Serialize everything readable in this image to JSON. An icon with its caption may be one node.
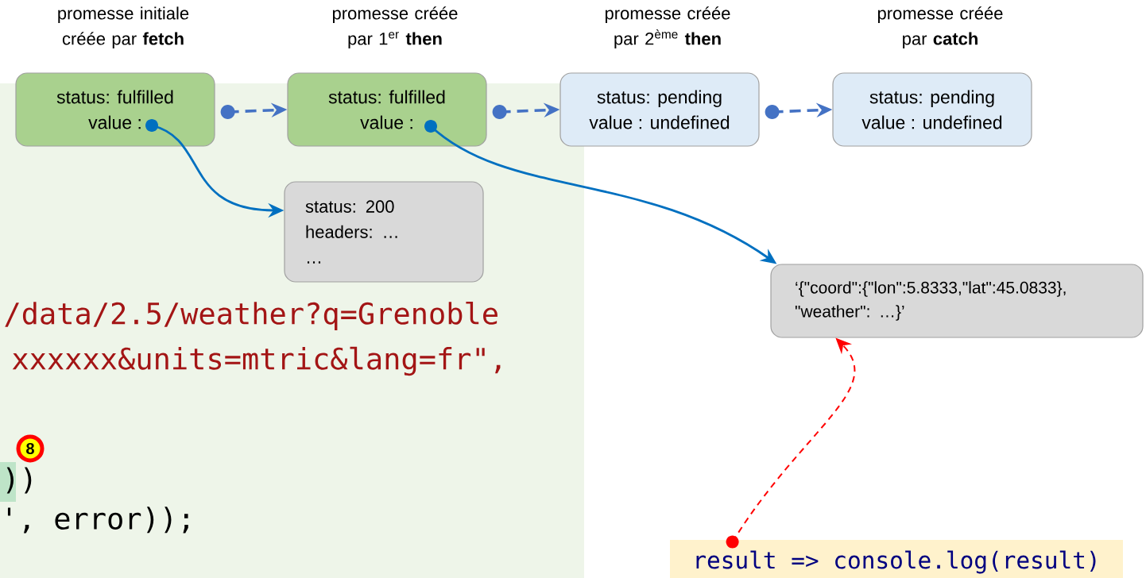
{
  "diagram": {
    "nodes": [
      {
        "text": [
          "promesse initiale créée par **fetch**",
          "status: fulfilled",
          "value :"
        ]
      },
      {
        "text": [
          "promesse créée par 1$^{er}$ **then**",
          "status: fulfilled",
          "value :"
        ]
      },
      {
        "text": [
          "promesse créée par 2$^{ème}$ **then**",
          "status: pending",
          "value : undefined"
        ]
      },
      {
        "text": [
          "promesse créée par **catch**",
          "status: pending",
          "value : undefined"
        ]
      },
      {
        "text": [
          "status: 200",
          "headers: …",
          "…"
        ]
      },
      {
        "text": [
          "‘{\"coord\":{\"lon\":5.8333,\"lat\":45.0833}, \"weather\": …}’"
        ]
      },
      {
        "text": [
          "result => console.log(result)"
        ]
      }
    ],
    "edges": [
      {
        "from": 0,
        "to": 1,
        "arrow": "to",
        "style": "dashed",
        "color": "#4472c4"
      },
      {
        "from": 1,
        "to": 2,
        "arrow": "to",
        "style": "dashed",
        "color": "#4472c4"
      },
      {
        "from": 2,
        "to": 3,
        "arrow": "to",
        "style": "dashed",
        "color": "#4472c4"
      },
      {
        "from": 0,
        "to": 4,
        "arrow": "to",
        "color": "#0070c0"
      },
      {
        "from": 1,
        "to": 5,
        "arrow": "to",
        "color": "#0070c0"
      },
      {
        "from": 6,
        "to": 5,
        "arrow": "to",
        "style": "dashed",
        "color": "#ff0000"
      }
    ],
    "labels": [
      "/data/2.5/weather?q=Grenoble",
      "xxxxxx&units=mtric&lang=fr\",",
      "8",
      "))",
      "', error));"
    ]
  }
}
